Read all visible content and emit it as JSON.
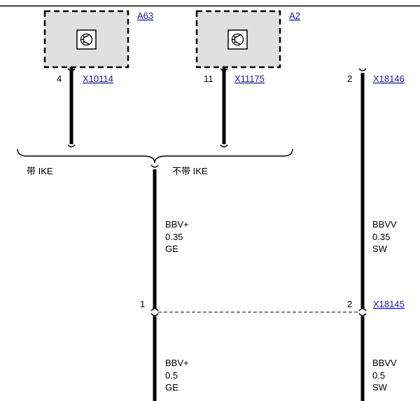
{
  "components": [
    {
      "ref": "A63"
    },
    {
      "ref": "A2"
    }
  ],
  "connectors": [
    {
      "pin": "4",
      "ref": "X10114"
    },
    {
      "pin": "11",
      "ref": "X11175"
    },
    {
      "pin": "2",
      "ref": "X18146"
    },
    {
      "pin": "1",
      "ref": ""
    },
    {
      "pin": "2",
      "ref": "X18145"
    }
  ],
  "variants": {
    "with": "带 IKE",
    "without": "不带 IKE"
  },
  "wires": {
    "left_upper": {
      "signal": "BBV+",
      "size": "0.35",
      "color": "GE"
    },
    "right_upper": {
      "signal": "BBVV",
      "size": "0.35",
      "color": "SW"
    },
    "left_lower": {
      "signal": "BBV+",
      "size": "0.5",
      "color": "GE"
    },
    "right_lower": {
      "signal": "BBVV",
      "size": "0.5",
      "color": "SW"
    }
  }
}
